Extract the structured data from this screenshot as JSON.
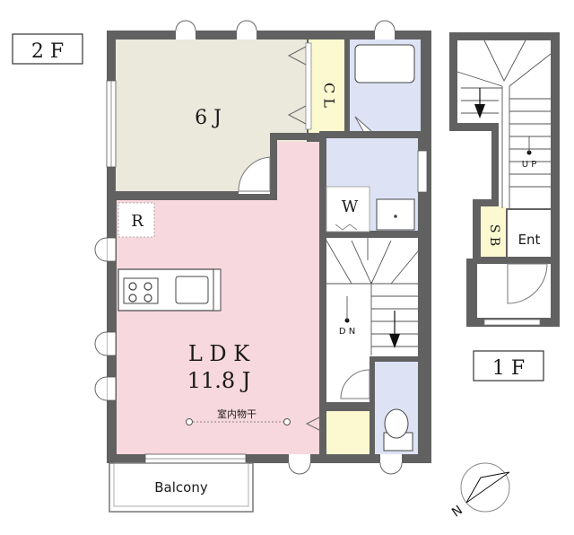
{
  "floors": {
    "second": {
      "tag": "2 F",
      "rooms": {
        "bedroom": {
          "label": "6 J"
        },
        "closet": {
          "label": "C L"
        },
        "ldk": {
          "label": "L D K",
          "area": "11.8 J"
        },
        "refrigerator": {
          "label": "R"
        },
        "washer": {
          "label": "W"
        },
        "stairs": {
          "label": "D N"
        },
        "drying": {
          "label": "室内物干"
        },
        "balcony": {
          "label": "Balcony"
        }
      }
    },
    "first": {
      "tag": "1 F",
      "rooms": {
        "stairs": {
          "label": "U P"
        },
        "shoe_box": {
          "label": "S B"
        },
        "entrance": {
          "label": "Ent"
        }
      }
    }
  },
  "compass": {
    "label": "N"
  },
  "colors": {
    "wall": "#616161",
    "bedroom": "#ebe8dc",
    "ldk": "#f7d8de",
    "wet": "#dde3f4",
    "storage": "#fcf9d0"
  }
}
